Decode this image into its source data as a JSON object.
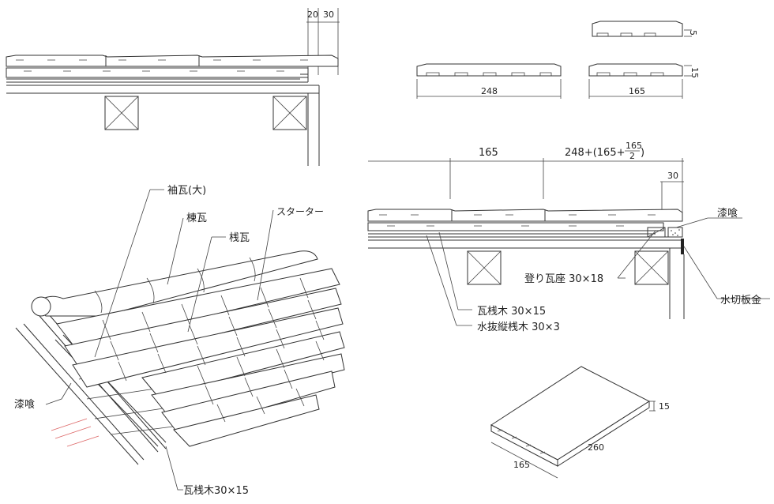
{
  "top_left": {
    "dim_a": "20",
    "dim_b": "30"
  },
  "tile_views": {
    "label_248": "248",
    "label_165": "165",
    "dim_5": "5",
    "dim_15": "15"
  },
  "section": {
    "dim_165": "165",
    "dim_formula": "248+(165+",
    "frac_num": "165",
    "frac_den": "2",
    "dim_formula_close": ")",
    "dim_30": "30",
    "label_shikkui": "漆喰",
    "label_nobori": "登り瓦座 30×18",
    "label_mizukiri": "水切板金",
    "label_kawara_sangi": "瓦桟木 30×15",
    "label_mizunuki": "水抜縦桟木 30×3"
  },
  "iso": {
    "label_sode": "袖瓦(大)",
    "label_mune": "棟瓦",
    "label_sango": "桟瓦",
    "label_starter": "スターター",
    "label_shikkui": "漆喰",
    "label_sangi": "瓦桟木30×15"
  },
  "tile3d": {
    "dim_15": "15",
    "dim_165": "165",
    "dim_260": "260"
  }
}
